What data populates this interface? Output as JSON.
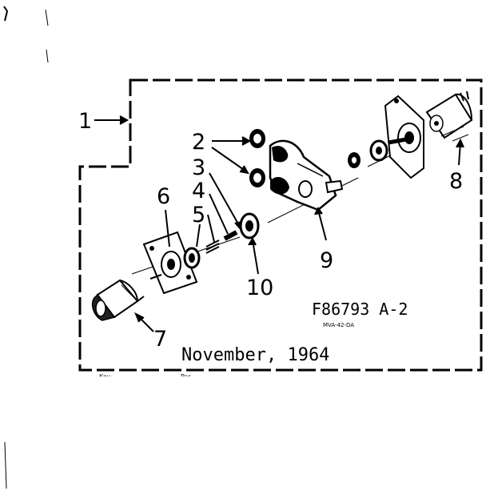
{
  "callouts": {
    "c1": "1",
    "c2": "2",
    "c3": "3",
    "c4": "4",
    "c5": "5",
    "c6": "6",
    "c7": "7",
    "c8": "8",
    "c9": "9",
    "c10": "10"
  },
  "figure_number": "F86793 A-2",
  "small_code": "MVA-42-DA",
  "date": "November, 1964",
  "footer_partial": {
    "left": "Key",
    "right": "Par"
  },
  "colors": {
    "ink": "#000000",
    "background": "#ffffff"
  },
  "icons": [
    "motor-icon",
    "bracket-icon",
    "valve-body-icon",
    "spring-icon",
    "washer-icon"
  ]
}
